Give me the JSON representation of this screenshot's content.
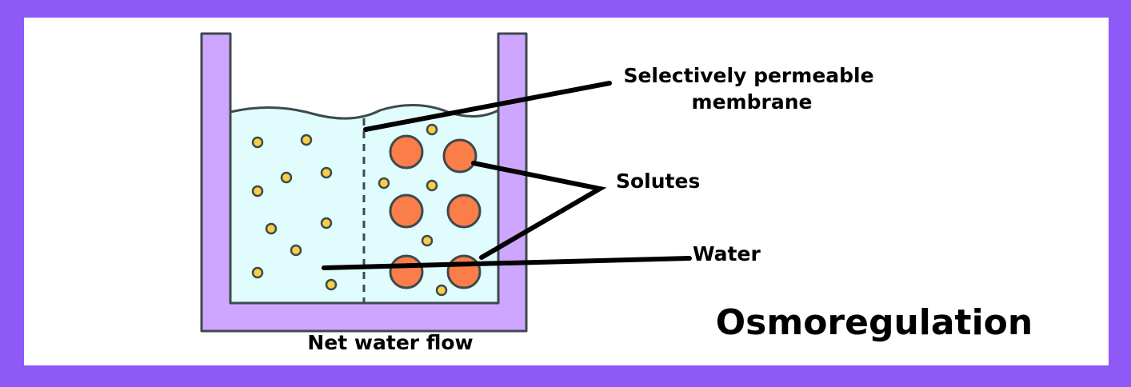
{
  "colors": {
    "frame": "#8e59f7",
    "panel": "#ffffff",
    "beaker": "#cfa6ff",
    "water": "#e0fcfd",
    "outline": "#3d4a4d",
    "solute": "#fb7d4a",
    "water_molecule": "#f9cd47",
    "line": "#000000"
  },
  "labels": {
    "membrane_line1": "Selectively permeable",
    "membrane_line2": "membrane",
    "solutes": "Solutes",
    "water": "Water",
    "net_flow": "Net water flow",
    "title": "Osmoregulation"
  },
  "icons": [
    "beaker-icon",
    "solute-icon",
    "water-molecule-icon",
    "membrane-icon"
  ]
}
